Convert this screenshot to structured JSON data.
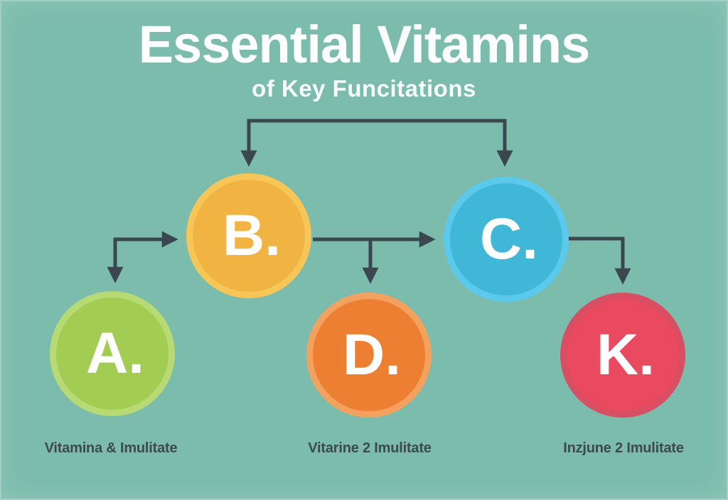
{
  "title": "Essential Vitamins",
  "subtitle": "of Key Funcitations",
  "nodes": [
    {
      "id": "A",
      "label": "A.",
      "fill": "#a2cd52",
      "ring": "#b8da74"
    },
    {
      "id": "B",
      "label": "B.",
      "fill": "#f1b443",
      "ring": "#f6c659"
    },
    {
      "id": "C",
      "label": "C.",
      "fill": "#40b7d6",
      "ring": "#5ac9ec"
    },
    {
      "id": "D",
      "label": "D.",
      "fill": "#ed7f33",
      "ring": "#f3a15f"
    },
    {
      "id": "K",
      "label": "K.",
      "fill": "#e94a5f",
      "ring": "#d84f63"
    }
  ],
  "captions": [
    {
      "text": "Vitamina & Imulitate"
    },
    {
      "text": "Vitarine 2 Imulitate"
    },
    {
      "text": "Inzjune 2 Imulitate"
    }
  ],
  "edges": [
    {
      "from": "header",
      "to": "B"
    },
    {
      "from": "header",
      "to": "C"
    },
    {
      "from": "left-branch",
      "to": "B"
    },
    {
      "from": "left-branch",
      "to": "A"
    },
    {
      "from": "B",
      "to": "C"
    },
    {
      "from": "B",
      "to": "D"
    },
    {
      "from": "C",
      "to": "K"
    }
  ],
  "colors": {
    "background": "#7cbcac",
    "arrow": "#3b474f",
    "title_text": "#fcfefd",
    "node_text": "#ffffff",
    "caption_text": "#3c4a4e"
  }
}
